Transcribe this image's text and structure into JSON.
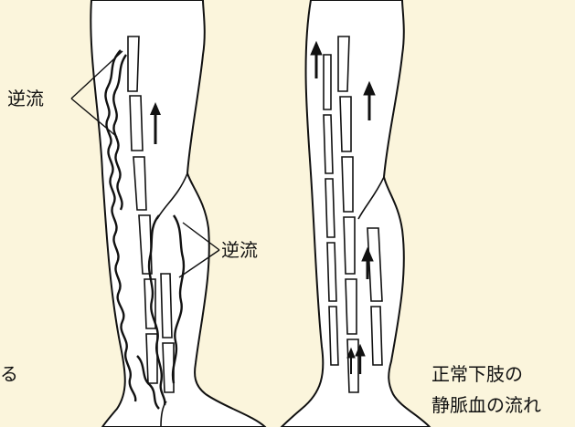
{
  "labels": {
    "reflux_top": "逆流",
    "reflux_mid": "逆流",
    "cut_text": "る",
    "normal_line1": "正常下肢の",
    "normal_line2": "静脈血の流れ"
  },
  "colors": {
    "background": "#fbf5dc",
    "ink": "#111111",
    "skin": "#ffffff"
  }
}
